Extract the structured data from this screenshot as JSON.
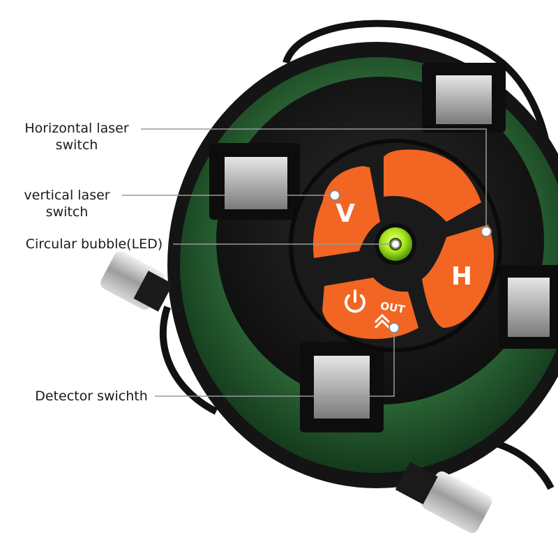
{
  "callouts": {
    "horizontal_switch": {
      "line1": "Horizontal laser",
      "line2": "switch"
    },
    "vertical_switch": {
      "line1": "vertical laser",
      "line2": "switch"
    },
    "bubble": {
      "text": "Circular bubble(LED)"
    },
    "detector": {
      "text": "Detector swichth"
    }
  },
  "buttons": {
    "vertical": "V",
    "horizontal": "H",
    "out": "OUT"
  },
  "colors": {
    "housing_green": "#2f6b3a",
    "face_black": "#1c1c1c",
    "button_orange": "#f26522",
    "bubble_green": "#9be81a",
    "leader_gray": "#9a9a9a"
  },
  "icons": [
    "power-icon",
    "double-chevron-up-icon",
    "leveling-knob-icon",
    "laser-window-icon"
  ]
}
